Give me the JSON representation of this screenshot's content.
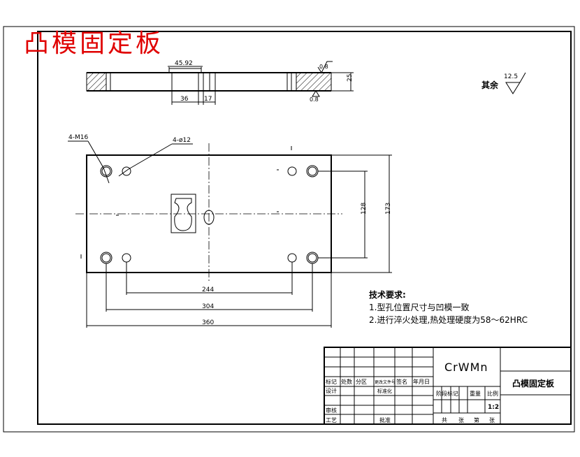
{
  "drawing_title": "凸模固定板",
  "section_view": {
    "dim_45_92": "45.92",
    "dim_36": "36",
    "dim_17": "17",
    "dim_25": "25",
    "roughness_top": "0.8",
    "roughness_bottom": "0.8"
  },
  "roughness_note": {
    "label": "其余",
    "value": "12.5"
  },
  "plan_view": {
    "hole_label_m16": "4-M16",
    "hole_label_d12": "4-ø12",
    "dim_244": "244",
    "dim_304": "304",
    "dim_360": "360",
    "dim_128": "128",
    "dim_173": "173"
  },
  "tech_requirements": {
    "heading": "技术要求:",
    "items": [
      "1.型孔位置尺寸与凹模一致",
      "2.进行淬火处理,热处理硬度为58～62HRC"
    ]
  },
  "title_block": {
    "material": "CrWMn",
    "part_name": "凸模固定板",
    "scale": "1:2",
    "labels": {
      "mark": "标记",
      "count": "处数",
      "zone": "分区",
      "change_doc": "更改文件号",
      "signature": "签名",
      "date": "年月日",
      "design": "设计",
      "standardize": "标准化",
      "stage_mark": "阶段标记",
      "weight": "重量",
      "ratio": "比例",
      "review": "审核",
      "process": "工艺",
      "approve": "批准",
      "total": "共",
      "sheets": "张",
      "sheet_no": "第",
      "sheet_unit": "张"
    }
  }
}
